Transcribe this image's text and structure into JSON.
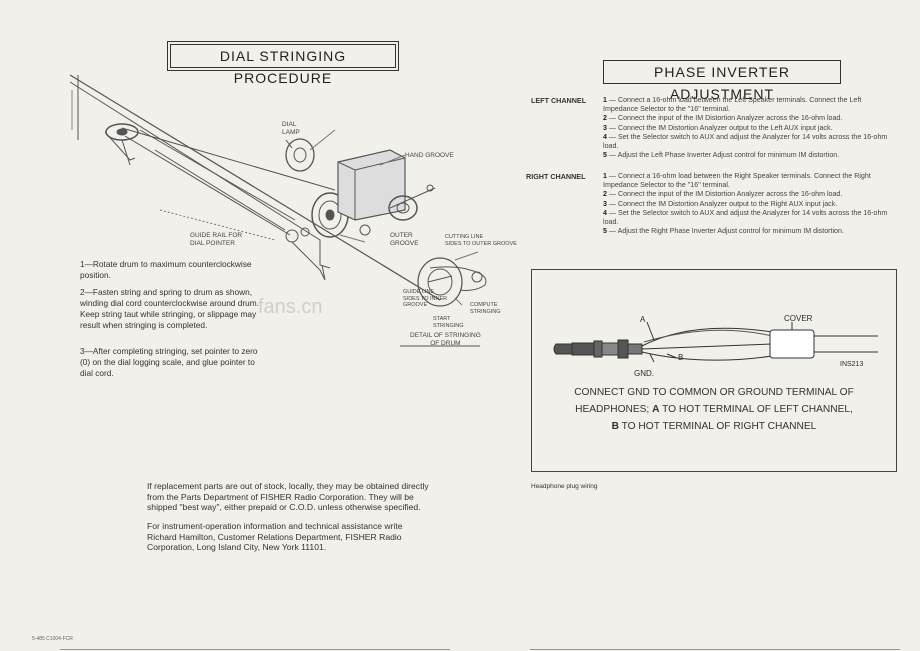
{
  "left_page": {
    "title": "DIAL STRINGING PROCEDURE",
    "diagram_labels": {
      "dial_lamp": "DIAL\nLAMP",
      "hand_groove": "HAND GROOVE",
      "guide_rail": "GUIDE RAIL FOR\nDIAL POINTER",
      "outer_groove": "OUTER\nGROOVE",
      "cutting_line": "CUTTING LINE\nSIDES TO OUTER GROOVE",
      "guide_line": "GUIDE LINE\nSIDES TO INNER\nGROOVE",
      "compute_stringing": "COMPUTE\nSTRINGING",
      "start_stringing": "START\nSTRINGING",
      "detail_caption": "DETAIL OF STRINGING\nOF DRUM",
      "watermark": "fans.cn"
    },
    "steps": [
      "1—Rotate drum to maximum counterclockwise position.",
      "2—Fasten string and spring to drum as shown, winding dial cord counterclockwise around drum. Keep string taut while stringing, or slippage may result when stringing is completed.",
      "3—After completing stringing, set pointer to zero (0) on the dial logging scale, and glue pointer to dial cord."
    ],
    "footer_paragraphs": [
      "If replacement parts are out of stock, locally, they may be obtained directly from the Parts Department of FISHER Radio Corporation. They will be shipped \"best way\", either prepaid or C.O.D. unless otherwise specified.",
      "For instrument-operation information and technical assistance write Richard Hamilton, Customer Relations Department, FISHER Radio Corporation, Long Island City, New York 11101."
    ],
    "page_code": "5-485 C1004-FCR"
  },
  "right_page": {
    "title": "PHASE INVERTER ADJUSTMENT",
    "left_channel": {
      "label": "LEFT CHANNEL",
      "steps": [
        {
          "num": "1",
          "text": " — Connect a 16-ohm load between the Left Speaker terminals. Connect the Left Impedance Selector to the \"16\" terminal."
        },
        {
          "num": "2",
          "text": " — Connect the input of the IM Distortion Analyzer across the 16-ohm load."
        },
        {
          "num": "3",
          "text": " — Connect the IM Distortion Analyzer output to the Left AUX input jack."
        },
        {
          "num": "4",
          "text": " — Set the Selector switch to AUX and adjust the Analyzer for 14 volts across the 16-ohm load."
        },
        {
          "num": "5",
          "text": " — Adjust the Left Phase Inverter Adjust control for minimum IM distortion."
        }
      ]
    },
    "right_channel": {
      "label": "RIGHT CHANNEL",
      "steps": [
        {
          "num": "1",
          "text": " — Connect a 16-ohm load between the Right Speaker terminals. Connect the Right Impedance Selector to the \"16\" terminal."
        },
        {
          "num": "2",
          "text": " — Connect the input of the IM Distortion Analyzer across the 16-ohm load."
        },
        {
          "num": "3",
          "text": " — Connect the IM Distortion Analyzer output to the Right AUX input jack."
        },
        {
          "num": "4",
          "text": " — Set the Selector switch to AUX and adjust the Analyzer for 14 volts across the 16-ohm load."
        },
        {
          "num": "5",
          "text": " — Adjust the Right Phase Inverter Adjust control for minimum IM distortion."
        }
      ]
    },
    "wiring": {
      "label_a": "A",
      "label_b": "B",
      "label_gnd": "GND.",
      "label_cover": "COVER",
      "label_part": "INS213",
      "instruction_line1": "CONNECT GND TO COMMON OR GROUND TERMINAL OF",
      "instruction_line2_pre": "HEADPHONES; ",
      "instruction_line2_bold": "A",
      "instruction_line2_post": " TO HOT TERMINAL OF LEFT CHANNEL,",
      "instruction_line3_bold": "B",
      "instruction_line3_post": " TO HOT TERMINAL OF RIGHT CHANNEL"
    },
    "caption": "Headphone plug wiring"
  }
}
